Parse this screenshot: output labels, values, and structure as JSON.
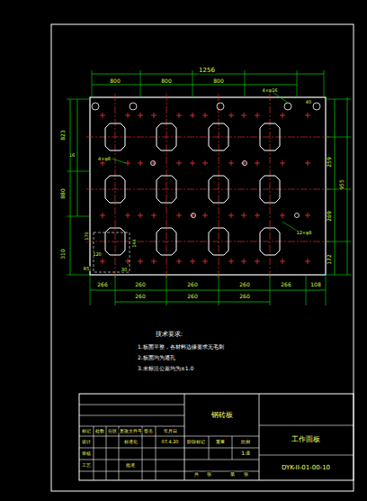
{
  "diagram": {
    "labels": [
      "1256",
      "800",
      "800",
      "800",
      "4×φ16",
      "823",
      "16",
      "4×φ8",
      "880",
      "310",
      "170",
      "120",
      "144",
      "R5",
      "30",
      "40",
      "259",
      "955",
      "269",
      "12×φ8",
      "172",
      "266",
      "260",
      "260",
      "260",
      "266",
      "108",
      "260",
      "260",
      "260",
      "技术要求:",
      "1.板面平整，各材料边缘要求无毛刺",
      "2.板面均为通孔",
      "3.未标注公差均为±1.0",
      "钢砖板",
      "工作面板",
      "标记",
      "处数",
      "分区",
      "更改文件号",
      "签名",
      "年月日",
      "设计",
      "标准化",
      "07.4.20",
      "阶段标记",
      "重量",
      "比例",
      "审核",
      "1:8",
      "工艺",
      "批准",
      "共",
      "张",
      "第",
      "张",
      "DYK-II-01-00-10"
    ]
  }
}
